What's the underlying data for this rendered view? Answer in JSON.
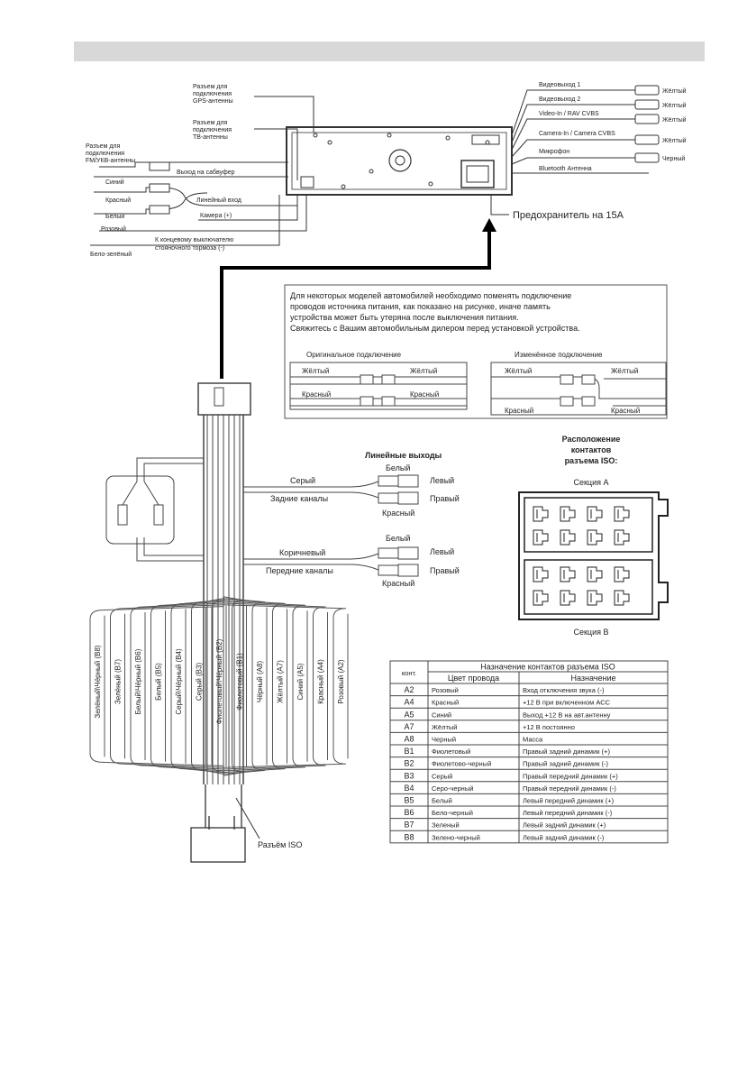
{
  "head_labels": {
    "gps": [
      "Разъем для",
      "подключения",
      "GPS-антенны"
    ],
    "tv": [
      "Разъем для",
      "подключения",
      "ТВ-антенны"
    ],
    "fm": [
      "Разъем для",
      "подключения",
      "FM/УКВ-антенны"
    ],
    "subwoofer": "Выход на сабвуфер",
    "blue": "Синий",
    "red": "Красный",
    "white": "Белый",
    "line_in": "Линейный вход",
    "camera": "Камера (+)",
    "pink": "Розовый",
    "parking": [
      "К концевому выключателю",
      "стояночного тормоза (-)"
    ],
    "white_green": "Бело-зелёный",
    "video_out_1": "Видеовыход 1",
    "video_out_2": "Видеовыход 2",
    "video_in": "Video-In / RAV CVBS",
    "camera_in": "Camera-In / Camera CVBS",
    "microphone": "Микрофон",
    "bluetooth": "Bluetooth Антенна",
    "yellow_1": "Жёлтый",
    "yellow_2": "Жёлтый",
    "yellow_3": "Жёлтый",
    "yellow_4": "Жёлтый",
    "black": "Черный",
    "fuse": "Предохранитель на 15А"
  },
  "note": {
    "lines": [
      "Для некоторых моделей автомобилей  необходимо поменять подключение",
      "проводов источника питания, как показано на рисунке, иначе память",
      "устройства может быть утеряна после выключения питания.",
      "Свяжитесь с Вашим автомобильным дилером перед установкой устройства."
    ],
    "original_title": "Оригинальное подключение",
    "modified_title": "Изменённое подключение",
    "yellow": "Жёлтый",
    "red": "Красный"
  },
  "line_outputs": {
    "title": "Линейные выходы",
    "grey": "Серый",
    "rear": "Задние каналы",
    "brown": "Коричневый",
    "front": "Передние каналы",
    "white": "Белый",
    "red": "Красный",
    "left": "Левый",
    "right": "Правый"
  },
  "harness_wires": [
    "Зелёный\\Чёрный (B8)",
    "Зелёный (B7)",
    "Белый\\Чёрный (B6)",
    "Белый (B5)",
    "Серый\\Чёрный (B4)",
    "Серый (B3)",
    "Фиолетовый\\Чёрный (B2)",
    "Фиолетовый (B1)",
    "Чёрный (A8)",
    "Жёлтый (A7)",
    "Синий (A5)",
    "Красный (A4)",
    "Розовый (A2)"
  ],
  "iso_connector_label": "Разъём ISO",
  "iso_layout": {
    "title": [
      "Расположение",
      "контактов",
      "разъема ISO:"
    ],
    "section_a": "Секция А",
    "section_b": "Секция В"
  },
  "iso_table": {
    "title": "Назначение контактов разъема ISO",
    "col_contact": "конт.",
    "col_color": "Цвет провода",
    "col_purpose": "Назначение",
    "rows": [
      {
        "pin": "A2",
        "color": "Розовый",
        "purpose": "Вход отключения звука (-)"
      },
      {
        "pin": "A4",
        "color": "Красный",
        "purpose": "+12 В при включенном АСС"
      },
      {
        "pin": "A5",
        "color": "Синий",
        "purpose": "Выход +12 В на авт.антенну"
      },
      {
        "pin": "A7",
        "color": "Жёлтый",
        "purpose": "+12 В постоянно"
      },
      {
        "pin": "A8",
        "color": "Черный",
        "purpose": "Масса"
      },
      {
        "pin": "B1",
        "color": "Фиолетовый",
        "purpose": "Правый задний динамик (+)"
      },
      {
        "pin": "B2",
        "color": "Фиолетово-черный",
        "purpose": "Правый задний динамик (-)"
      },
      {
        "pin": "B3",
        "color": "Серый",
        "purpose": "Правый передний динамик (+)"
      },
      {
        "pin": "B4",
        "color": "Серо-черный",
        "purpose": "Правый передний динамик (-)"
      },
      {
        "pin": "B5",
        "color": "Белый",
        "purpose": "Левый передний динамик (+)"
      },
      {
        "pin": "B6",
        "color": "Бело-черный",
        "purpose": "Левый передний динамик (-)"
      },
      {
        "pin": "B7",
        "color": "Зеленый",
        "purpose": "Левый задний динамик (+)"
      },
      {
        "pin": "B8",
        "color": "Зелено-черный",
        "purpose": "Левый задний динамик (-)"
      }
    ]
  }
}
